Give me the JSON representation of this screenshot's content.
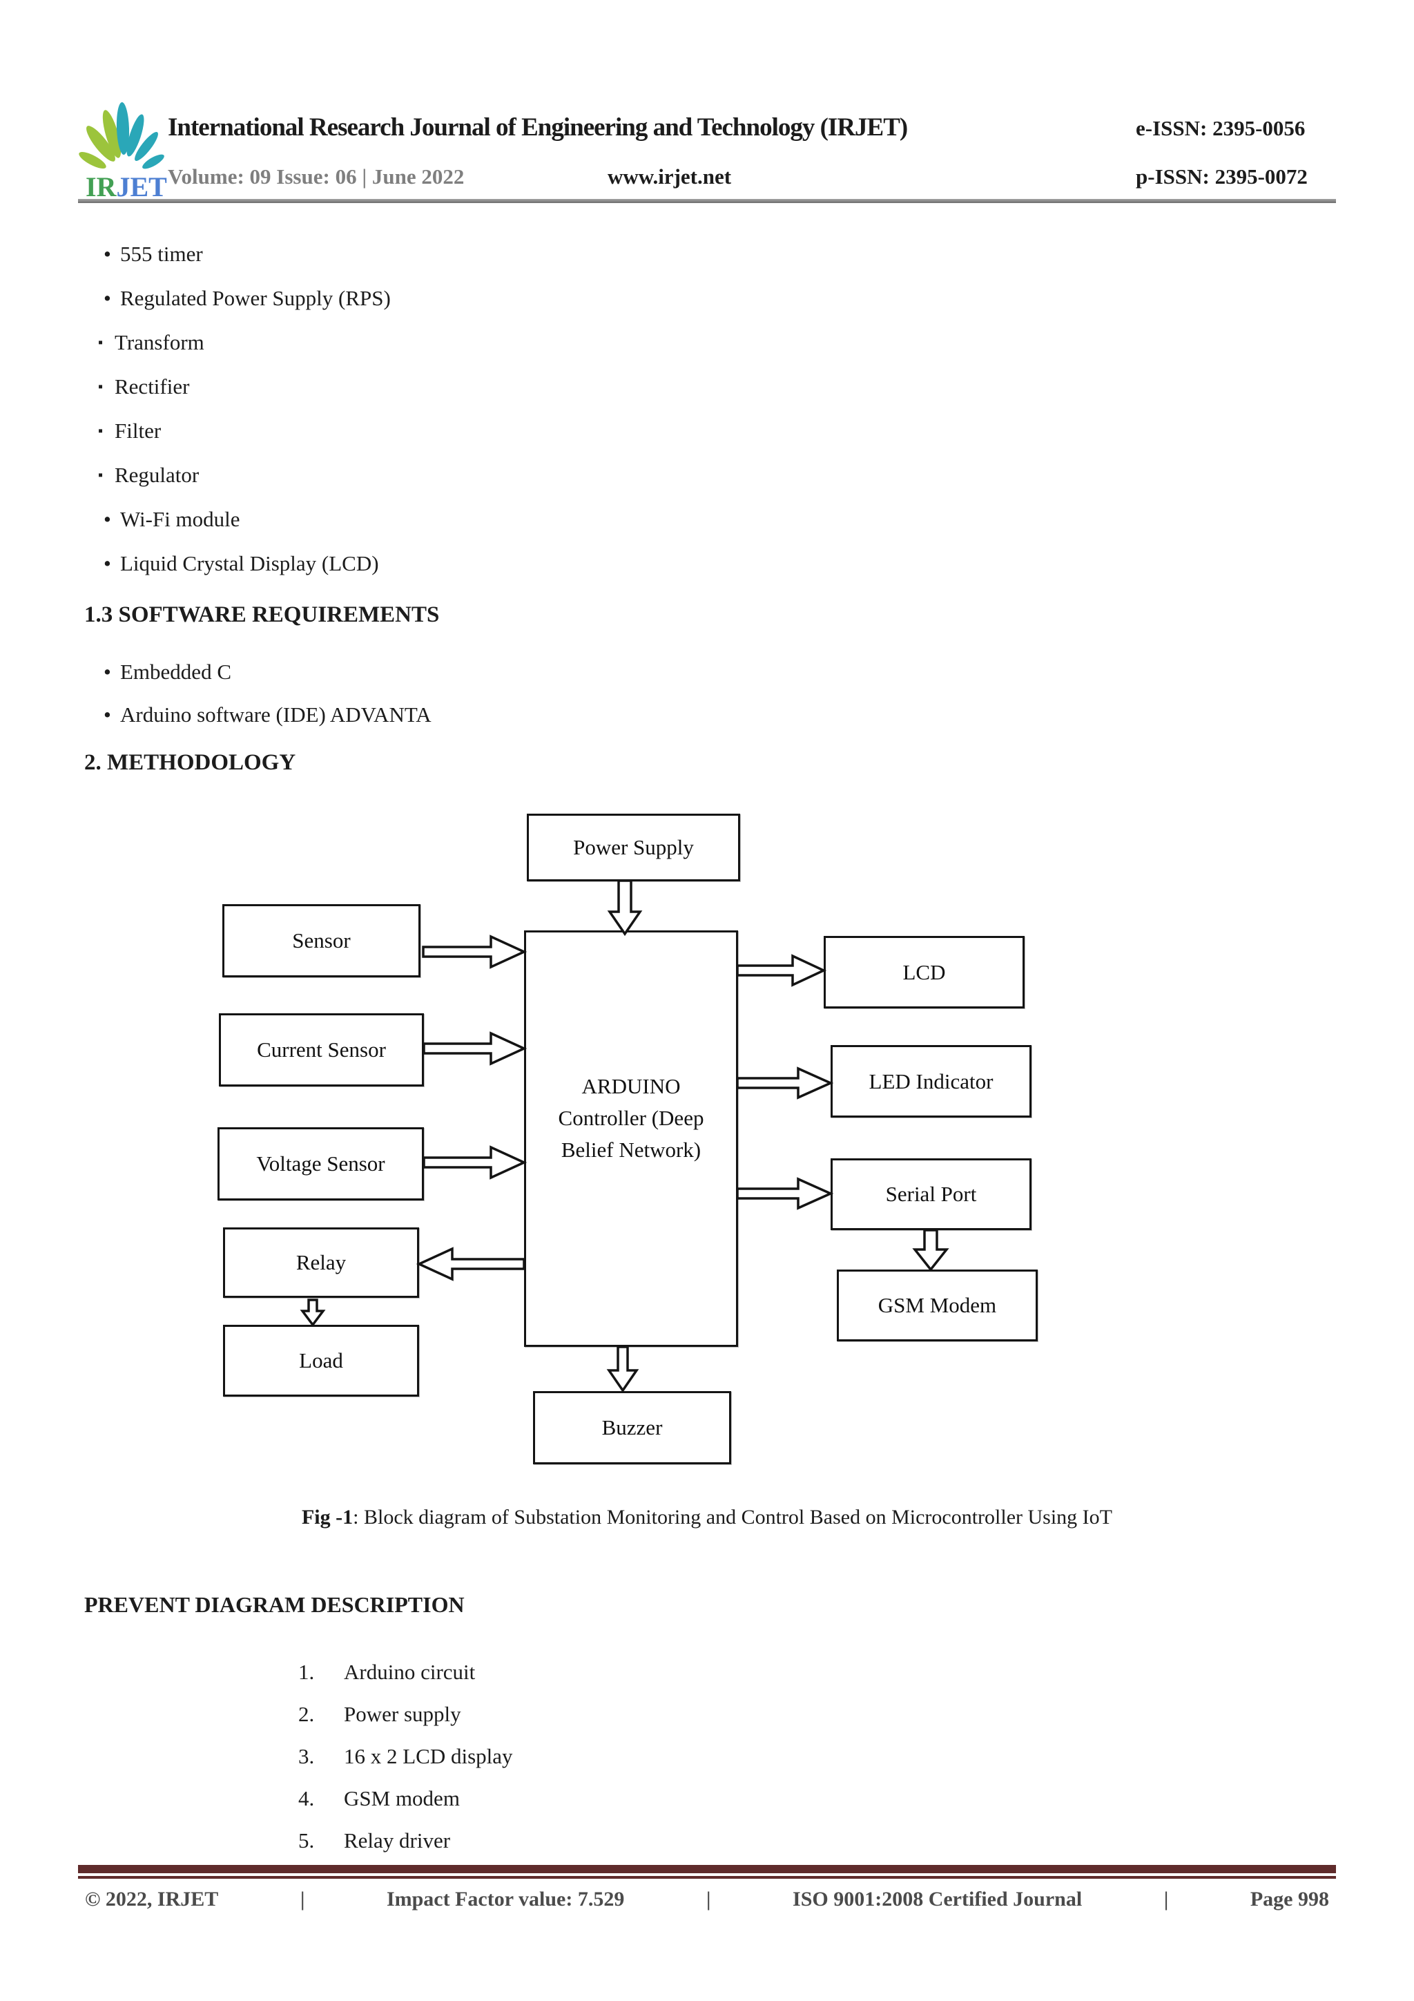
{
  "header": {
    "logo_ir": "IR",
    "logo_jet": "JET",
    "title": "International Research Journal of Engineering and Technology (IRJET)",
    "eissn": "e-ISSN: 2395-0056",
    "volume": "Volume: 09 Issue: 06 | June 2022",
    "website": "www.irjet.net",
    "pissn": "p-ISSN: 2395-0072"
  },
  "hardware_list": {
    "items": [
      {
        "marker": "•",
        "label": "555 timer"
      },
      {
        "marker": "•",
        "label": "Regulated Power Supply (RPS)"
      },
      {
        "marker": "▪",
        "label": "Transform"
      },
      {
        "marker": "▪",
        "label": "Rectifier"
      },
      {
        "marker": "▪",
        "label": "Filter"
      },
      {
        "marker": "▪",
        "label": "Regulator"
      },
      {
        "marker": "•",
        "label": "Wi-Fi module"
      },
      {
        "marker": "•",
        "label": "Liquid Crystal Display (LCD)"
      }
    ]
  },
  "sections": {
    "software_heading": "1.3 SOFTWARE REQUIREMENTS",
    "software_items": [
      {
        "marker": "•",
        "label": "Embedded C"
      },
      {
        "marker": "•",
        "label": "Arduino software (IDE) ADVANTA"
      }
    ],
    "methodology_heading": "2. METHODOLOGY",
    "prevent_heading": "PREVENT DIAGRAM DESCRIPTION"
  },
  "diagram": {
    "blocks": {
      "power_supply": "Power Supply",
      "sensor": "Sensor",
      "current_sensor": "Current Sensor",
      "voltage_sensor": "Voltage Sensor",
      "relay": "Relay",
      "load": "Load",
      "arduino_line1": "ARDUINO",
      "arduino_line2": "Controller (Deep",
      "arduino_line3": "Belief Network)",
      "lcd": "LCD",
      "led_indicator": "LED Indicator",
      "serial_port": "Serial Port",
      "gsm_modem": "GSM Modem",
      "buzzer": "Buzzer"
    },
    "caption_prefix": "Fig -1",
    "caption_rest": ": Block diagram of Substation Monitoring and Control Based on Microcontroller Using IoT"
  },
  "description_list": [
    {
      "num": "1.",
      "label": "Arduino circuit"
    },
    {
      "num": "2.",
      "label": "Power supply"
    },
    {
      "num": "3.",
      "label": "16 x 2 LCD display"
    },
    {
      "num": "4.",
      "label": "GSM modem"
    },
    {
      "num": "5.",
      "label": "Relay driver"
    }
  ],
  "footer": {
    "copyright": "© 2022, IRJET",
    "separator": "|",
    "impact": "Impact Factor value: 7.529",
    "iso": "ISO 9001:2008 Certified Journal",
    "page": "Page 998"
  },
  "colors": {
    "leaf_green": "#9cc43c",
    "leaf_teal": "#2aa7b8",
    "logo_ir_green": "#43a054",
    "logo_jet_blue": "#4d7fd2",
    "footer_bar_maroon": "#5f2b2b",
    "header_rule_gray": "#7f7f7f",
    "muted_gray": "#7f7f7f"
  }
}
